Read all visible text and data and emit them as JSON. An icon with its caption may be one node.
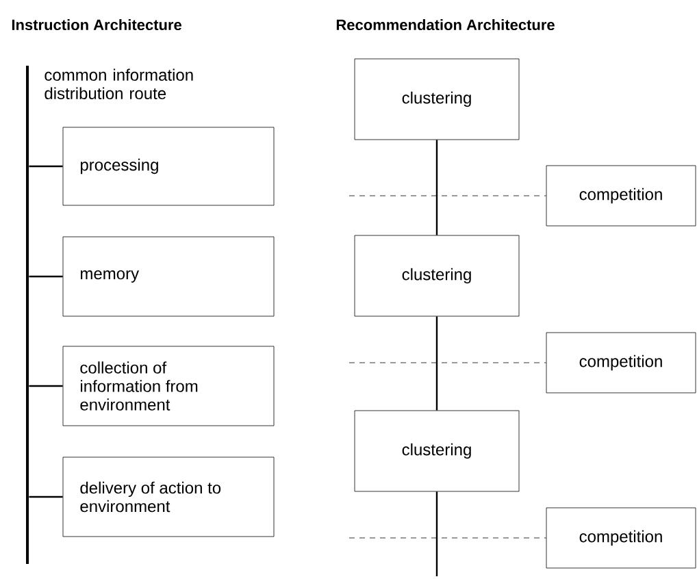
{
  "diagram": {
    "nodes": [
      {
        "text": [],
        "shape": "bar",
        "beside": [
          "common information distribution route"
        ]
      },
      {
        "text": [
          "processing"
        ]
      },
      {
        "text": [
          "memory"
        ]
      },
      {
        "text": [
          "collection of information from environment"
        ]
      },
      {
        "text": [
          "delivery of action to environment"
        ]
      },
      {
        "text": [
          "clustering"
        ]
      },
      {
        "text": [
          "competition"
        ]
      },
      {
        "text": [
          "clustering"
        ]
      },
      {
        "text": [
          "competition"
        ]
      },
      {
        "text": [
          "clustering"
        ]
      },
      {
        "text": [
          "competition"
        ]
      }
    ],
    "edges": [
      {
        "from": 0,
        "to": 1,
        "arrow": "none"
      },
      {
        "from": 0,
        "to": 2,
        "arrow": "none"
      },
      {
        "from": 0,
        "to": 3,
        "arrow": "none"
      },
      {
        "from": 0,
        "to": 4,
        "arrow": "none"
      },
      {
        "from": 5,
        "to": 7,
        "arrow": "none"
      },
      {
        "from": 7,
        "to": 9,
        "arrow": "none"
      },
      {
        "from": 9,
        "to": null,
        "arrow": "none"
      },
      {
        "from": null,
        "to": 6,
        "arrow": "none",
        "style": "dashed"
      },
      {
        "from": null,
        "to": 8,
        "arrow": "none",
        "style": "dashed"
      },
      {
        "from": null,
        "to": 10,
        "arrow": "none",
        "style": "dashed"
      }
    ],
    "labels": [
      "Instruction Architecture",
      "Recommendation Architecture"
    ]
  }
}
